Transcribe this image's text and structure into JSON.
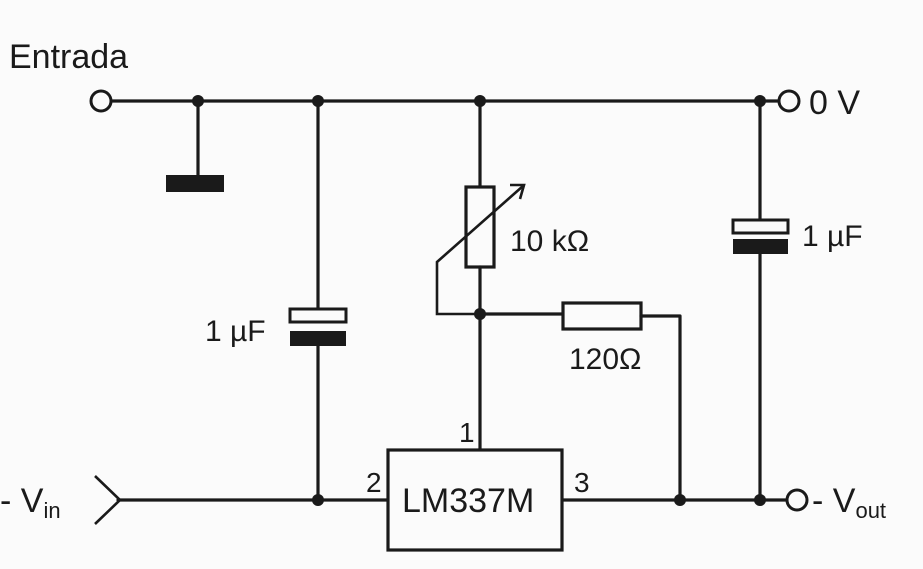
{
  "labels": {
    "entrada": "Entrada",
    "zero_v": "0 V",
    "vin_prefix": "- V",
    "vin_sub": "in",
    "vout_prefix": "- V",
    "vout_sub": "out",
    "cap_left": "1 µF",
    "cap_right": "1 µF",
    "pot": "10 kΩ",
    "resistor": "120Ω",
    "ic": "LM337M",
    "pin1": "1",
    "pin2": "2",
    "pin3": "3"
  }
}
